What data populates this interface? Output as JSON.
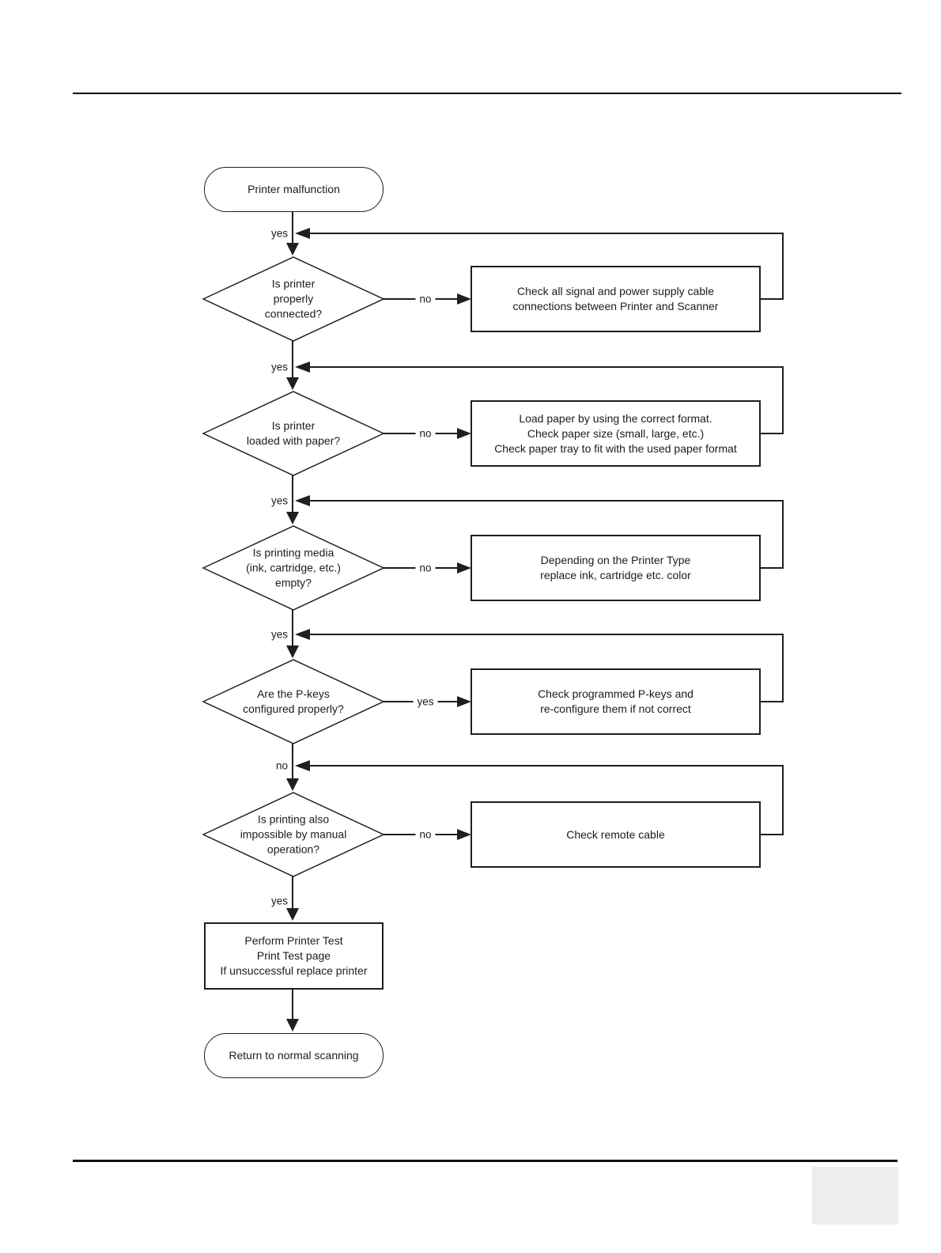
{
  "colors": {
    "line": "#1f1f1f",
    "corner_box": "#ededed"
  },
  "flowchart": {
    "start": {
      "label": "Printer malfunction"
    },
    "decisions": [
      {
        "spine_label": "yes",
        "question": "Is printer\nproperly\nconnected?",
        "branch_label": "no",
        "action": "Check all signal and power supply cable\nconnections between Printer and Scanner"
      },
      {
        "spine_label": "yes",
        "question": "Is printer\nloaded with paper?",
        "branch_label": "no",
        "action": "Load paper by using the correct format.\nCheck paper size (small, large, etc.)\nCheck paper tray to fit with the used paper format"
      },
      {
        "spine_label": "yes",
        "question": "Is printing media\n(ink, cartridge, etc.)\nempty?",
        "branch_label": "no",
        "action": "Depending on the Printer Type\nreplace ink, cartridge etc. color"
      },
      {
        "spine_label": "yes",
        "question": "Are the P-keys\nconfigured properly?",
        "branch_label": "yes",
        "action": "Check programmed P-keys and\nre-configure them if not correct"
      },
      {
        "spine_label": "no",
        "question": "Is printing also\nimpossible by manual\noperation?",
        "branch_label": "no",
        "action": "Check remote cable"
      }
    ],
    "final_label": "yes",
    "process": {
      "text": "Perform Printer Test\nPrint Test page\nIf unsuccessful replace printer"
    },
    "end": {
      "label": "Return to normal scanning"
    }
  }
}
